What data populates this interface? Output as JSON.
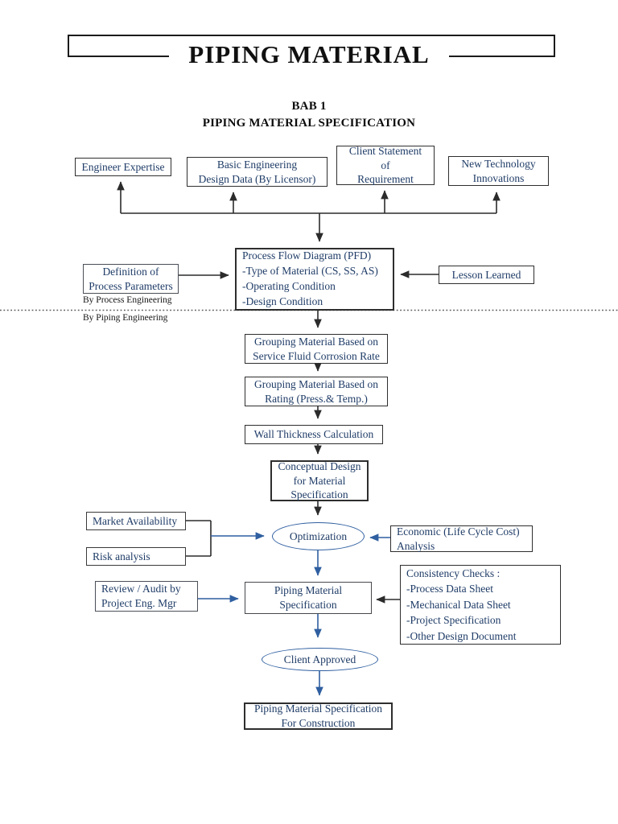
{
  "header": {
    "title": "PIPING MATERIAL"
  },
  "chapter": {
    "line1": "BAB 1",
    "line2": "PIPING MATERIAL SPECIFICATION"
  },
  "inputs": {
    "engineer_expertise": "Engineer Expertise",
    "basic_engineering": "Basic Engineering\nDesign Data (By Licensor)",
    "client_statement": "Client Statement\nof\nRequirement",
    "new_technology": "New Technology\nInnovations"
  },
  "pfd": {
    "title": "Process Flow Diagram (PFD)",
    "items": [
      "-Type of Material (CS, SS, AS)",
      "-Operating Condition",
      "-Design Condition"
    ]
  },
  "side": {
    "definition": "Definition of\nProcess Parameters",
    "lesson_learned": "Lesson Learned",
    "by_process": "By Process Engineering",
    "by_piping": "By Piping Engineering"
  },
  "chain": {
    "grouping_corrosion": "Grouping Material Based on\nService Fluid Corrosion Rate",
    "grouping_rating": "Grouping Material Based on\nRating (Press.& Temp.)",
    "wall_thickness": "Wall Thickness Calculation",
    "conceptual_design": "Conceptual Design\nfor Material\nSpecification",
    "optimization": "Optimization",
    "piping_spec": "Piping Material\nSpecification",
    "client_approved": "Client Approved",
    "final_box": "Piping Material Specification\nFor Construction"
  },
  "left_inputs": {
    "market": "Market Availability",
    "risk": "Risk analysis",
    "review": "Review / Audit by\nProject Eng. Mgr"
  },
  "right_inputs": {
    "economic": "Economic (Life Cycle Cost)\nAnalysis",
    "consistency_title": "Consistency Checks :",
    "consistency_items": [
      "-Process Data Sheet",
      "-Mechanical Data Sheet",
      "-Project Specification",
      "-Other Design Document"
    ]
  },
  "colors": {
    "text_navy": "#1f3c67",
    "line_black": "#2b2b2b",
    "line_blue": "#2f5fa0"
  }
}
